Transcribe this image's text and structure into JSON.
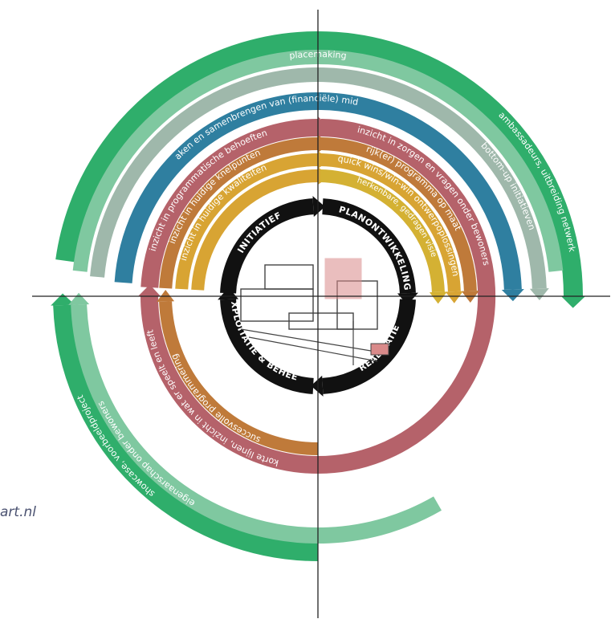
{
  "rings": [
    {
      "name": "ambassadeurs",
      "label": "ambassadeurs, uitbreiding netwerk",
      "color": "#2fae6b"
    },
    {
      "name": "placemaking",
      "label": "placemaking",
      "color": "#7fc8a0"
    },
    {
      "name": "bottom-up",
      "label": "bottom-up initiatieven",
      "color": "#9fb8ab"
    },
    {
      "name": "financiele-middelen",
      "label": "losmaken en samenbrengen van (financiële) middelen",
      "color": "#2f7fa0"
    },
    {
      "name": "zorgen",
      "label": "inzicht in zorgen en vragen onder bewoners",
      "color": "#b5626a"
    },
    {
      "name": "programmatische-behoeften",
      "label": "inzicht in programmatische behoeften",
      "color": "#b5626a"
    },
    {
      "name": "rijk-programma",
      "label": "rijk(er) programma op maat",
      "color": "#bf7a3a"
    },
    {
      "name": "knelpunten",
      "label": "inzicht in huidige knelpunten",
      "color": "#bf7a3a"
    },
    {
      "name": "quick-wins",
      "label": "quick wins/win-win ontwerpoplossingen",
      "color": "#d8a433"
    },
    {
      "name": "kwaliteiten",
      "label": "inzicht in huidige kwaliteiten",
      "color": "#d8a433"
    },
    {
      "name": "herkenbare-visie",
      "label": "herkenbare, gedragen visie",
      "color": "#d4b133"
    },
    {
      "name": "successvolle-programmering",
      "label": "succesvolle programmering",
      "color": "#bf7a3a"
    },
    {
      "name": "korte-lijnen",
      "label": "korte lijnen, inzicht in wat er speelt en leeft",
      "color": "#b5626a"
    },
    {
      "name": "eigenaarschap",
      "label": "eigenaarschap onder bewoners",
      "color": "#7fc8a0"
    },
    {
      "name": "showcase",
      "label": "showcase, voorbeeldproject",
      "color": "#2fae6b"
    }
  ],
  "phases": [
    {
      "name": "initiatief",
      "label": "INITIATIEF"
    },
    {
      "name": "planontwikkeling",
      "label": "PLANONTWIKKELING"
    },
    {
      "name": "realisatie",
      "label": "REALISATIE"
    },
    {
      "name": "exploitatie",
      "label": "EXPLOITATIE & BEHEER"
    }
  ],
  "source_text": "art.nl",
  "colors": {
    "phase_ring": "#111111",
    "axis": "#222222",
    "sketch": "#444444",
    "sketch_accent": "#d98a8a"
  }
}
